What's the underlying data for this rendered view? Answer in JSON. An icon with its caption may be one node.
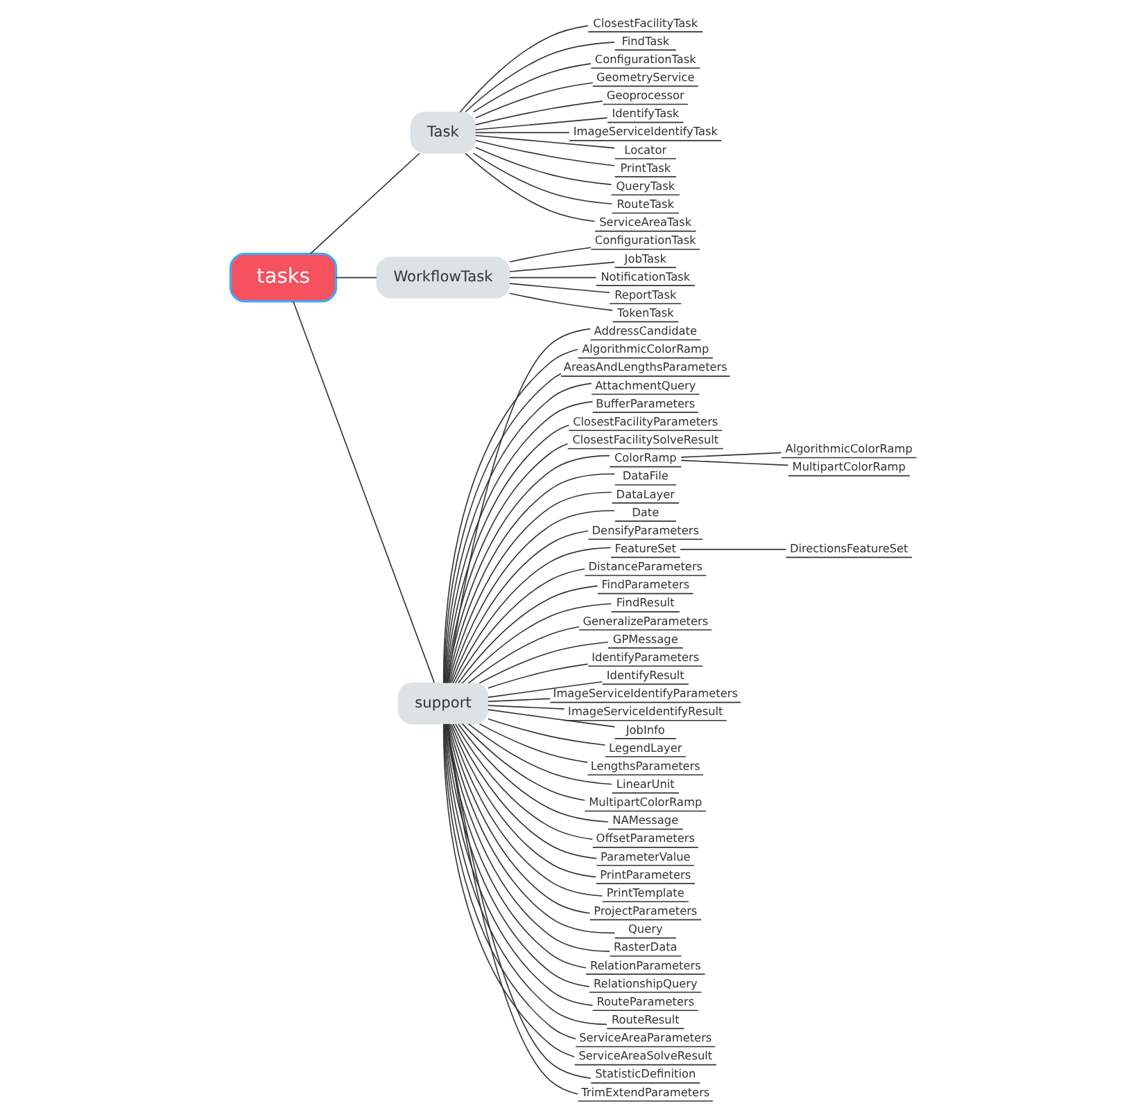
{
  "diagram": {
    "nodes": [
      {
        "text": [
          "tasks"
        ]
      },
      {
        "text": [
          "Task"
        ]
      },
      {
        "text": [
          "ClosestFacilityTask"
        ]
      },
      {
        "text": [
          "FindTask"
        ]
      },
      {
        "text": [
          "ConfigurationTask"
        ]
      },
      {
        "text": [
          "GeometryService"
        ]
      },
      {
        "text": [
          "Geoprocessor"
        ]
      },
      {
        "text": [
          "IdentifyTask"
        ]
      },
      {
        "text": [
          "ImageServiceIdentifyTask"
        ]
      },
      {
        "text": [
          "Locator"
        ]
      },
      {
        "text": [
          "PrintTask"
        ]
      },
      {
        "text": [
          "QueryTask"
        ]
      },
      {
        "text": [
          "RouteTask"
        ]
      },
      {
        "text": [
          "ServiceAreaTask"
        ]
      },
      {
        "text": [
          "WorkflowTask"
        ]
      },
      {
        "text": [
          "ConfigurationTask"
        ]
      },
      {
        "text": [
          "JobTask"
        ]
      },
      {
        "text": [
          "NotificationTask"
        ]
      },
      {
        "text": [
          "ReportTask"
        ]
      },
      {
        "text": [
          "TokenTask"
        ]
      },
      {
        "text": [
          "support"
        ]
      },
      {
        "text": [
          "AddressCandidate"
        ]
      },
      {
        "text": [
          "AlgorithmicColorRamp"
        ]
      },
      {
        "text": [
          "AreasAndLengthsParameters"
        ]
      },
      {
        "text": [
          "AttachmentQuery"
        ]
      },
      {
        "text": [
          "BufferParameters"
        ]
      },
      {
        "text": [
          "ClosestFacilityParameters"
        ]
      },
      {
        "text": [
          "ClosestFacilitySolveResult"
        ]
      },
      {
        "text": [
          "ColorRamp"
        ]
      },
      {
        "text": [
          "AlgorithmicColorRamp"
        ]
      },
      {
        "text": [
          "MultipartColorRamp"
        ]
      },
      {
        "text": [
          "DataFile"
        ]
      },
      {
        "text": [
          "DataLayer"
        ]
      },
      {
        "text": [
          "Date"
        ]
      },
      {
        "text": [
          "DensifyParameters"
        ]
      },
      {
        "text": [
          "FeatureSet"
        ]
      },
      {
        "text": [
          "DirectionsFeatureSet"
        ]
      },
      {
        "text": [
          "DistanceParameters"
        ]
      },
      {
        "text": [
          "FindParameters"
        ]
      },
      {
        "text": [
          "FindResult"
        ]
      },
      {
        "text": [
          "GeneralizeParameters"
        ]
      },
      {
        "text": [
          "GPMessage"
        ]
      },
      {
        "text": [
          "IdentifyParameters"
        ]
      },
      {
        "text": [
          "IdentifyResult"
        ]
      },
      {
        "text": [
          "ImageServiceIdentifyParameters"
        ]
      },
      {
        "text": [
          "ImageServiceIdentifyResult"
        ]
      },
      {
        "text": [
          "JobInfo"
        ]
      },
      {
        "text": [
          "LegendLayer"
        ]
      },
      {
        "text": [
          "LengthsParameters"
        ]
      },
      {
        "text": [
          "LinearUnit"
        ]
      },
      {
        "text": [
          "MultipartColorRamp"
        ]
      },
      {
        "text": [
          "NAMessage"
        ]
      },
      {
        "text": [
          "OffsetParameters"
        ]
      },
      {
        "text": [
          "ParameterValue"
        ]
      },
      {
        "text": [
          "PrintParameters"
        ]
      },
      {
        "text": [
          "PrintTemplate"
        ]
      },
      {
        "text": [
          "ProjectParameters"
        ]
      },
      {
        "text": [
          "Query"
        ]
      },
      {
        "text": [
          "RasterData"
        ]
      },
      {
        "text": [
          "RelationParameters"
        ]
      },
      {
        "text": [
          "RelationshipQuery"
        ]
      },
      {
        "text": [
          "RouteParameters"
        ]
      },
      {
        "text": [
          "RouteResult"
        ]
      },
      {
        "text": [
          "ServiceAreaParameters"
        ]
      },
      {
        "text": [
          "ServiceAreaSolveResult"
        ]
      },
      {
        "text": [
          "StatisticDefinition"
        ]
      },
      {
        "text": [
          "TrimExtendParameters"
        ]
      }
    ],
    "edges": [
      {
        "from": 0,
        "to": 1,
        "arrow": "none"
      },
      {
        "from": 0,
        "to": 14,
        "arrow": "none"
      },
      {
        "from": 0,
        "to": 20,
        "arrow": "none"
      },
      {
        "from": 1,
        "to": 2,
        "arrow": "none"
      },
      {
        "from": 1,
        "to": 3,
        "arrow": "none"
      },
      {
        "from": 1,
        "to": 4,
        "arrow": "none"
      },
      {
        "from": 1,
        "to": 5,
        "arrow": "none"
      },
      {
        "from": 1,
        "to": 6,
        "arrow": "none"
      },
      {
        "from": 1,
        "to": 7,
        "arrow": "none"
      },
      {
        "from": 1,
        "to": 8,
        "arrow": "none"
      },
      {
        "from": 1,
        "to": 9,
        "arrow": "none"
      },
      {
        "from": 1,
        "to": 10,
        "arrow": "none"
      },
      {
        "from": 1,
        "to": 11,
        "arrow": "none"
      },
      {
        "from": 1,
        "to": 12,
        "arrow": "none"
      },
      {
        "from": 1,
        "to": 13,
        "arrow": "none"
      },
      {
        "from": 14,
        "to": 15,
        "arrow": "none"
      },
      {
        "from": 14,
        "to": 16,
        "arrow": "none"
      },
      {
        "from": 14,
        "to": 17,
        "arrow": "none"
      },
      {
        "from": 14,
        "to": 18,
        "arrow": "none"
      },
      {
        "from": 14,
        "to": 19,
        "arrow": "none"
      },
      {
        "from": 20,
        "to": 21,
        "arrow": "none"
      },
      {
        "from": 20,
        "to": 22,
        "arrow": "none"
      },
      {
        "from": 20,
        "to": 23,
        "arrow": "none"
      },
      {
        "from": 20,
        "to": 24,
        "arrow": "none"
      },
      {
        "from": 20,
        "to": 25,
        "arrow": "none"
      },
      {
        "from": 20,
        "to": 26,
        "arrow": "none"
      },
      {
        "from": 20,
        "to": 27,
        "arrow": "none"
      },
      {
        "from": 20,
        "to": 28,
        "arrow": "none"
      },
      {
        "from": 28,
        "to": 29,
        "arrow": "none"
      },
      {
        "from": 28,
        "to": 30,
        "arrow": "none"
      },
      {
        "from": 20,
        "to": 31,
        "arrow": "none"
      },
      {
        "from": 20,
        "to": 32,
        "arrow": "none"
      },
      {
        "from": 20,
        "to": 33,
        "arrow": "none"
      },
      {
        "from": 20,
        "to": 34,
        "arrow": "none"
      },
      {
        "from": 20,
        "to": 35,
        "arrow": "none"
      },
      {
        "from": 35,
        "to": 36,
        "arrow": "none"
      },
      {
        "from": 20,
        "to": 37,
        "arrow": "none"
      },
      {
        "from": 20,
        "to": 38,
        "arrow": "none"
      },
      {
        "from": 20,
        "to": 39,
        "arrow": "none"
      },
      {
        "from": 20,
        "to": 40,
        "arrow": "none"
      },
      {
        "from": 20,
        "to": 41,
        "arrow": "none"
      },
      {
        "from": 20,
        "to": 42,
        "arrow": "none"
      },
      {
        "from": 20,
        "to": 43,
        "arrow": "none"
      },
      {
        "from": 20,
        "to": 44,
        "arrow": "none"
      },
      {
        "from": 20,
        "to": 45,
        "arrow": "none"
      },
      {
        "from": 20,
        "to": 46,
        "arrow": "none"
      },
      {
        "from": 20,
        "to": 47,
        "arrow": "none"
      },
      {
        "from": 20,
        "to": 48,
        "arrow": "none"
      },
      {
        "from": 20,
        "to": 49,
        "arrow": "none"
      },
      {
        "from": 20,
        "to": 50,
        "arrow": "none"
      },
      {
        "from": 20,
        "to": 51,
        "arrow": "none"
      },
      {
        "from": 20,
        "to": 52,
        "arrow": "none"
      },
      {
        "from": 20,
        "to": 53,
        "arrow": "none"
      },
      {
        "from": 20,
        "to": 54,
        "arrow": "none"
      },
      {
        "from": 20,
        "to": 55,
        "arrow": "none"
      },
      {
        "from": 20,
        "to": 56,
        "arrow": "none"
      },
      {
        "from": 20,
        "to": 57,
        "arrow": "none"
      },
      {
        "from": 20,
        "to": 58,
        "arrow": "none"
      },
      {
        "from": 20,
        "to": 59,
        "arrow": "none"
      },
      {
        "from": 20,
        "to": 60,
        "arrow": "none"
      },
      {
        "from": 20,
        "to": 61,
        "arrow": "none"
      },
      {
        "from": 20,
        "to": 62,
        "arrow": "none"
      },
      {
        "from": 20,
        "to": 63,
        "arrow": "none"
      },
      {
        "from": 20,
        "to": 64,
        "arrow": "none"
      },
      {
        "from": 20,
        "to": 65,
        "arrow": "none"
      },
      {
        "from": 20,
        "to": 66,
        "arrow": "none"
      }
    ]
  }
}
